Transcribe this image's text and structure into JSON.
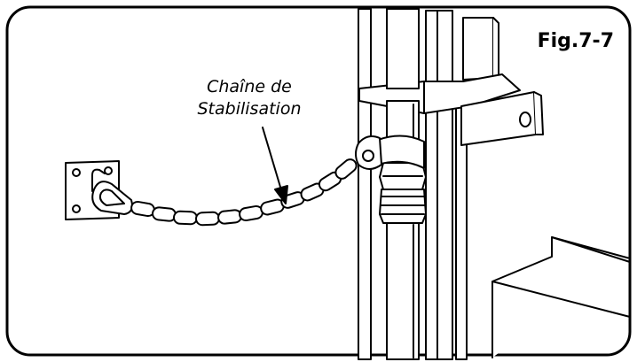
{
  "figure": {
    "label": "Fig.7-7",
    "callout": {
      "line1": "Chaîne de",
      "line2": "Stabilisation"
    },
    "colors": {
      "line": "#000000",
      "background": "#ffffff"
    }
  }
}
